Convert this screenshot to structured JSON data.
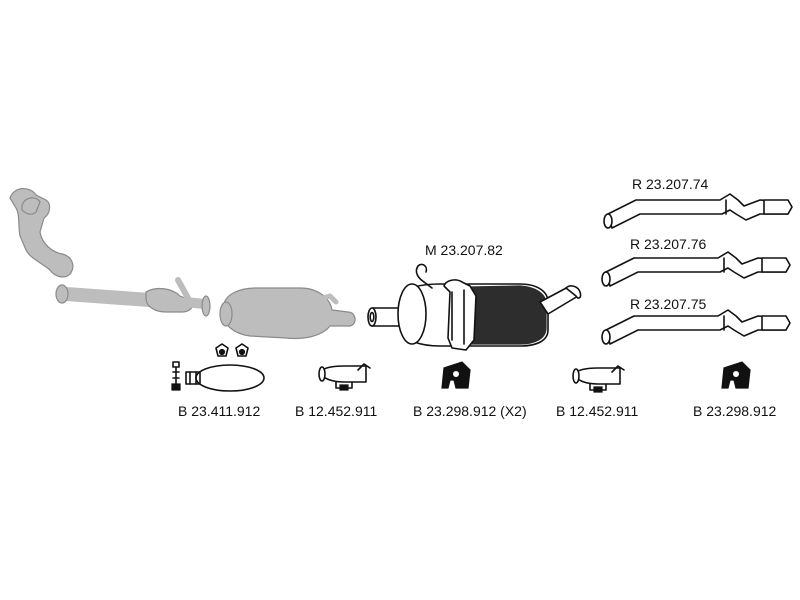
{
  "labels": {
    "main_silencer": "M 23.207.82",
    "rear_pipe_1": "R 23.207.74",
    "rear_pipe_2": "R 23.207.76",
    "rear_pipe_3": "R 23.207.75",
    "mounting_kit": "B 23.411.912",
    "clamp_1": "B 12.452.911",
    "rubber_mount_1": "B 23.298.912 (X2)",
    "clamp_2": "B 12.452.911",
    "rubber_mount_2": "B 23.298.912"
  },
  "colors": {
    "ink": "#111111",
    "not_included_parts": "#bdbdbd"
  }
}
